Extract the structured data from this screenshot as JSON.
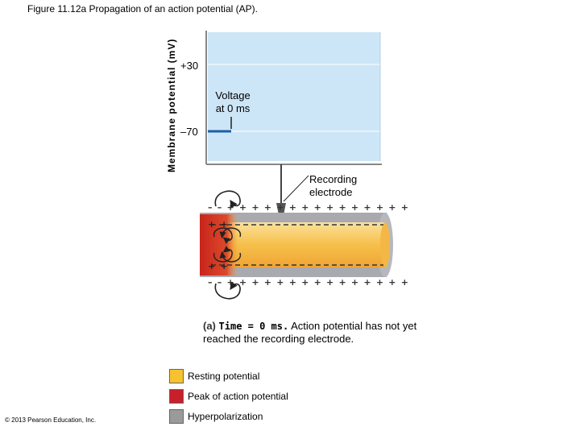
{
  "figure_title": "Figure 11.12a  Propagation of an action potential (AP).",
  "graph": {
    "y_axis_label": "Membrane potential (mV)",
    "tick_plus30": "+30",
    "tick_minus70": "–70",
    "voltage_note_line1": "Voltage",
    "voltage_note_line2": "at 0 ms",
    "plot_color": "#cde6f7",
    "trace_color": "#1d5fa8"
  },
  "electrode": {
    "label_line1": "Recording",
    "label_line2": "electrode"
  },
  "axon": {
    "outer_top_signs": "– – + + + + + + + + + + + + + + +",
    "outer_bottom_signs": "– – + + + + + + + + + + + + + + +",
    "inner_top_signs": "+ +",
    "inner_bottom_signs": "+ +",
    "membrane_color": "#a9aab0",
    "axoplasm_color": "#f6c04a",
    "ap_peak_color": "#c8241c"
  },
  "caption": {
    "letter": "(a)",
    "time": "Time = 0 ms.",
    "text": " Action potential has not yet reached the recording electrode."
  },
  "legend": [
    {
      "label": "Resting potential",
      "color": "#f7c230"
    },
    {
      "label": "Peak of action potential",
      "color": "#c8202a"
    },
    {
      "label": "Hyperpolarization",
      "color": "#9a9a9a"
    }
  ],
  "copyright": "© 2013 Pearson Education, Inc."
}
